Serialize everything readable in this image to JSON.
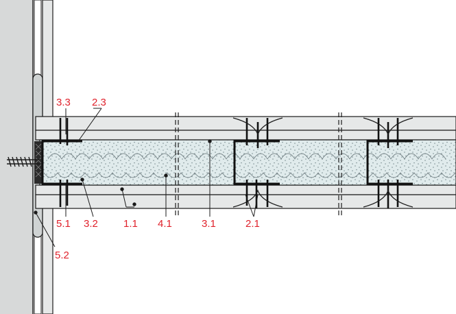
{
  "colors": {
    "label": "#e0212b",
    "board": "#e6e8e8",
    "insulation": "#dfe9ea",
    "line": "#1a1a1a",
    "wall": "#d7d9d9"
  },
  "icons": [
    "leader-dot",
    "break-mark",
    "screw",
    "c-profile",
    "mineral-wool-hatch"
  ],
  "labels": {
    "l33": "3.3",
    "l23": "2.3",
    "l51": "5.1",
    "l32": "3.2",
    "l11": "1.1",
    "l41": "4.1",
    "l31": "3.1",
    "l21": "2.1",
    "l52": "5.2"
  }
}
